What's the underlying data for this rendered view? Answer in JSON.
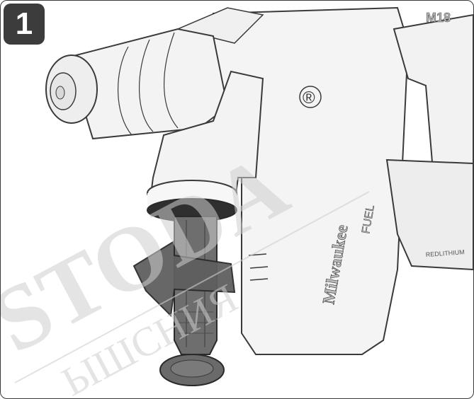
{
  "step": {
    "number": "1"
  },
  "tool": {
    "brand_lettering": "Milwaukee",
    "fuel_lettering": "FUEL",
    "registered_mark": "®",
    "model_lettering": "M18",
    "battery_lettering": "REDLITHIUM"
  },
  "watermark": {
    "primary": "STODA",
    "secondary": "ЫШСНИЯ"
  },
  "colors": {
    "outline": "#3a3a3a",
    "tool_body": "#f4f4f4",
    "handle": "#6e6e6e",
    "arrow": "#5f5f5f",
    "badge": "#3c3c3c"
  }
}
